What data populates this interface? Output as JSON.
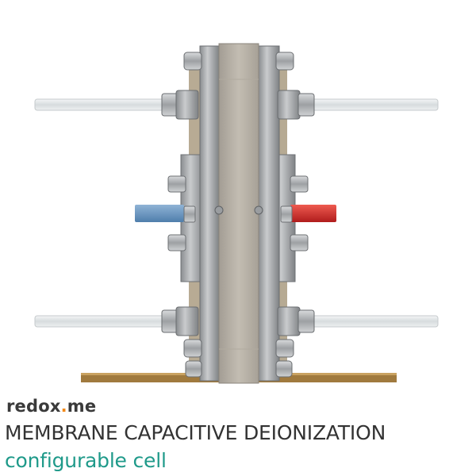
{
  "brand": {
    "name_prefix": "redox",
    "name_dot": ".",
    "name_suffix": "me",
    "dot_color": "#f28a1a"
  },
  "heading": {
    "title": "MEMBRANE CAPACITIVE DEIONIZATION",
    "subtitle": "configurable cell",
    "subtitle_color": "#1f9a8a"
  },
  "image": {
    "electrode_left_color": "#5d8fc0",
    "electrode_right_color": "#d22a2a"
  }
}
